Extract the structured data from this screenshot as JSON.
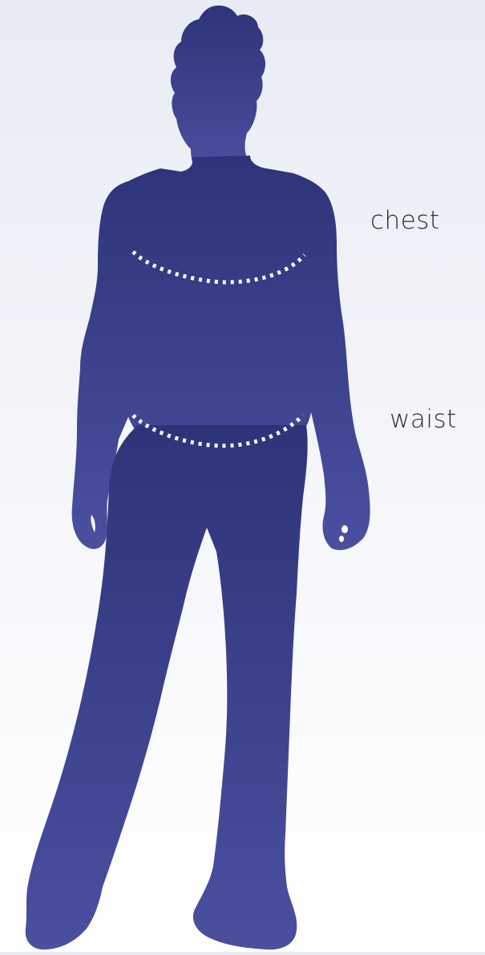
{
  "labels": {
    "chest": "chest",
    "waist": "waist"
  },
  "colors": {
    "silhouette_top": "#2e3478",
    "silhouette_bottom": "#4a4fa0",
    "measure_line": "#ffffff",
    "background_top": "#e9ecf5",
    "background_bottom": "#ffffff",
    "label_text": "#2c2c34"
  },
  "figure": {
    "subject": "male-body-silhouette",
    "measurement_lines": [
      "chest",
      "waist"
    ]
  }
}
